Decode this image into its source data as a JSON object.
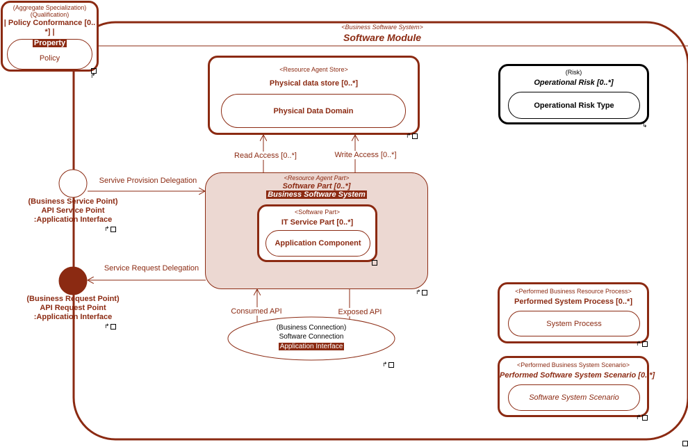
{
  "module": {
    "stereotype": "<Business Software System>",
    "title": "Software Module"
  },
  "policy": {
    "stereo1": "(Aggregate Specialization)",
    "stereo2": "(Qualification)",
    "title_line1": "| Policy Conformance [0..",
    "title_line2": "*] |",
    "property_label": "Property",
    "inner": "Policy"
  },
  "data_store": {
    "stereotype": "<Resource Agent Store>",
    "title": "Physical data store [0..*]",
    "inner": "Physical Data Domain"
  },
  "risk": {
    "stereotype": "(Risk)",
    "title": "Operational Risk [0..*]",
    "inner": "Operational Risk Type"
  },
  "software_part": {
    "stereotype": "<Resource Agent Part>",
    "title": "Software Part [0..*]",
    "type_label": "Business Software System",
    "inner": {
      "stereotype": "<Software Part>",
      "title": "IT Service Part [0..*]",
      "inner": "Application Component"
    }
  },
  "connectors": {
    "read_access": "Read Access [0..*]",
    "write_access": "Write Access [0..*]",
    "service_provision": "Servive Provision Delegation",
    "service_request": "Service Request Delegation",
    "consumed_api": "Consumed API",
    "exposed_api": "Exposed API"
  },
  "service_point": {
    "line1": "(Business Service Point)",
    "line2": "API Service Point",
    "line3": ":Application Interface"
  },
  "request_point": {
    "line1": "(Business Request Point)",
    "line2": "API Request Point",
    "line3": ":Application Interface"
  },
  "connection": {
    "line1": "(Business Connection)",
    "line2": "Software Connection",
    "line3": "Application Interface"
  },
  "process": {
    "stereotype": "<Performed Business Resource Process>",
    "title": "Performed System Process [0..*]",
    "inner": "System Process"
  },
  "scenario": {
    "stereotype": "<Performed Business System Scenario>",
    "title": "Performed Software System Scenario [0..*]",
    "inner": "Software System Scenario"
  },
  "colors": {
    "primary": "#8b2a12",
    "part_fill": "#ecd8d2",
    "risk_border": "#000000"
  }
}
